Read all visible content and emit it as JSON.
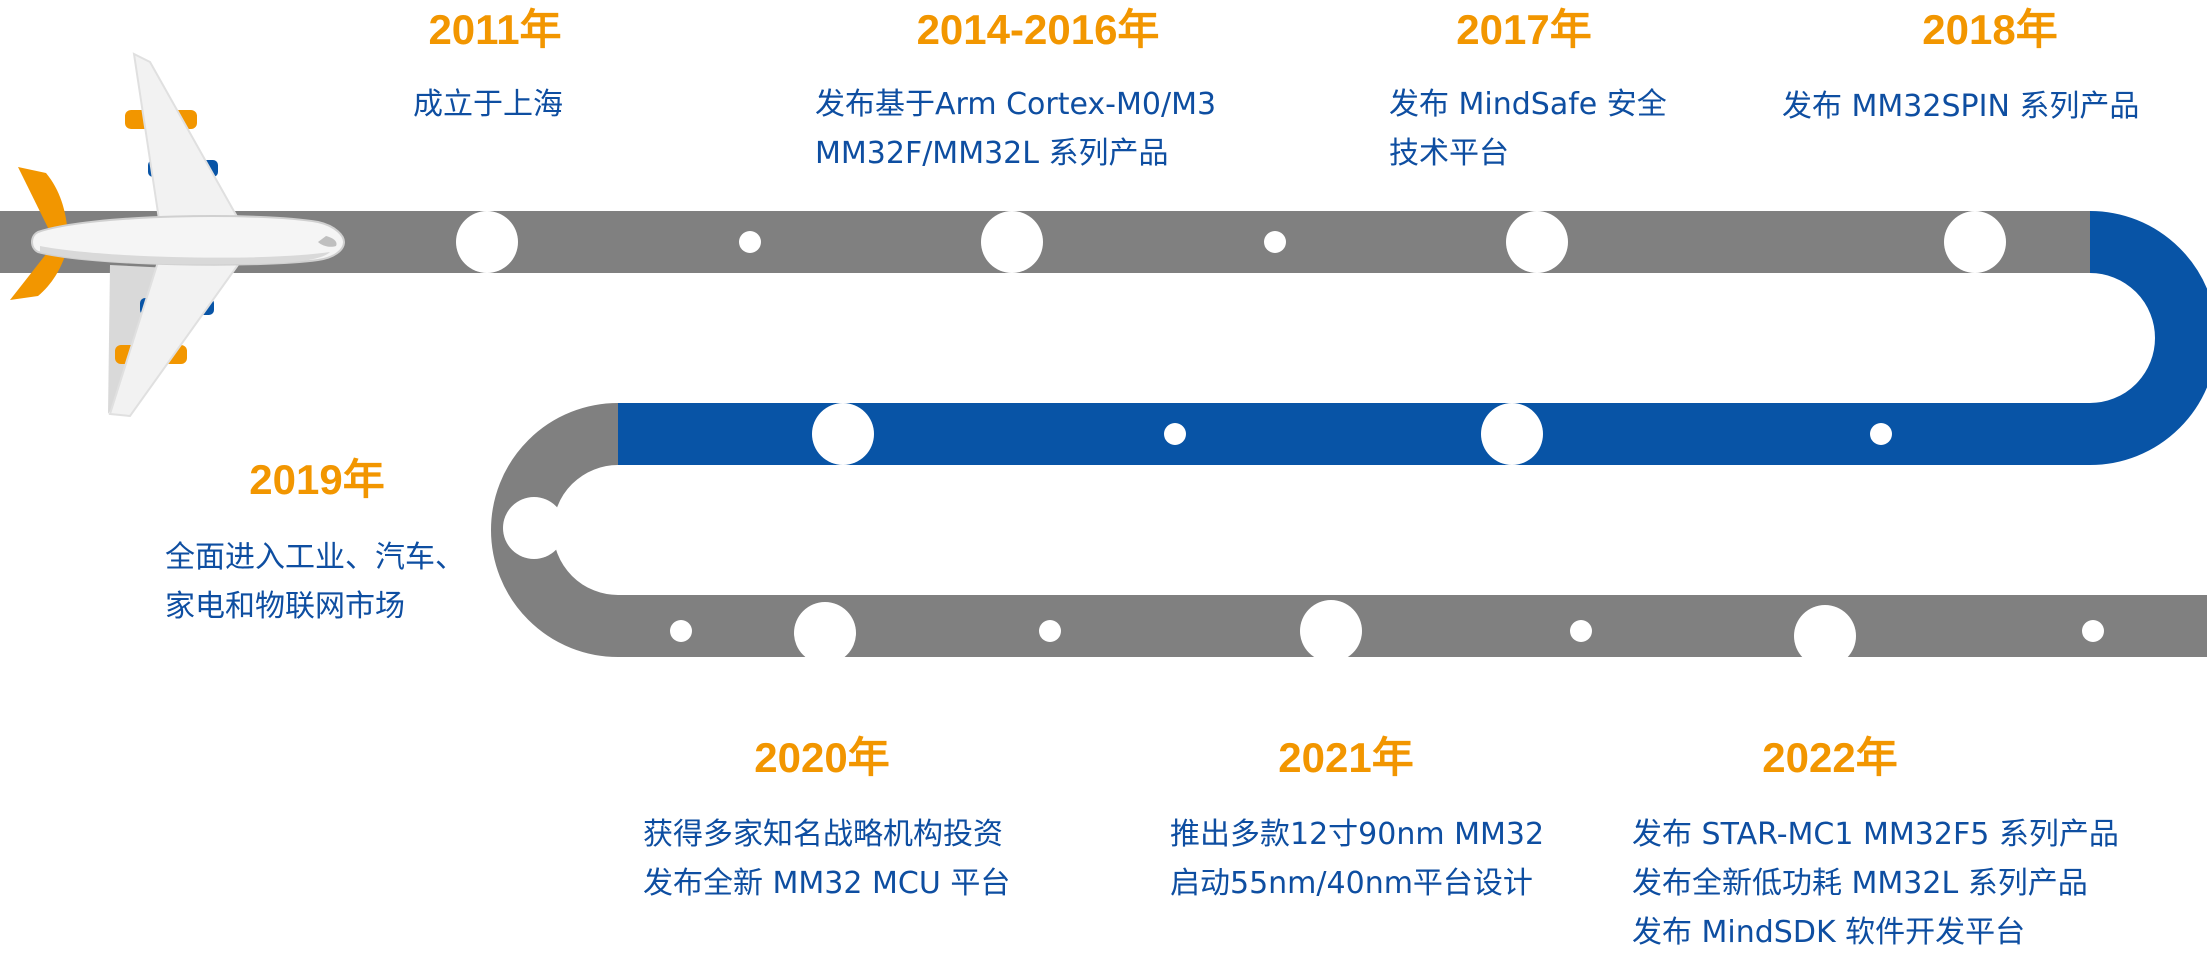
{
  "milestones": [
    {
      "id": "2011",
      "year": "2011年",
      "lines": [
        "成立于上海"
      ]
    },
    {
      "id": "2014-2016",
      "year": "2014-2016年",
      "lines": [
        "发布基于Arm Cortex-M0/M3",
        "MM32F/MM32L 系列产品"
      ]
    },
    {
      "id": "2017",
      "year": "2017年",
      "lines": [
        "发布 MindSafe 安全",
        "技术平台"
      ]
    },
    {
      "id": "2018",
      "year": "2018年",
      "lines": [
        "发布 MM32SPIN 系列产品"
      ]
    },
    {
      "id": "2019",
      "year": "2019年",
      "lines": [
        "全面进入工业、汽车、",
        "家电和物联网市场"
      ]
    },
    {
      "id": "2020",
      "year": "2020年",
      "lines": [
        "获得多家知名战略机构投资",
        "发布全新 MM32 MCU 平台"
      ]
    },
    {
      "id": "2021",
      "year": "2021年",
      "lines": [
        "推出多款12寸90nm MM32",
        "启动55nm/40nm平台设计"
      ]
    },
    {
      "id": "2022",
      "year": "2022年",
      "lines": [
        "发布 STAR-MC1 MM32F5 系列产品",
        "发布全新低功耗 MM32L 系列产品",
        "发布 MindSDK 软件开发平台"
      ]
    }
  ],
  "colors": {
    "road_gray": "#808080",
    "road_blue": "#0854a6",
    "year": "#f29600",
    "text": "#0e4ea1",
    "node": "#ffffff",
    "plane_body": "#f2f2f2",
    "plane_accent": "#f29600",
    "plane_blue": "#0854a6"
  }
}
